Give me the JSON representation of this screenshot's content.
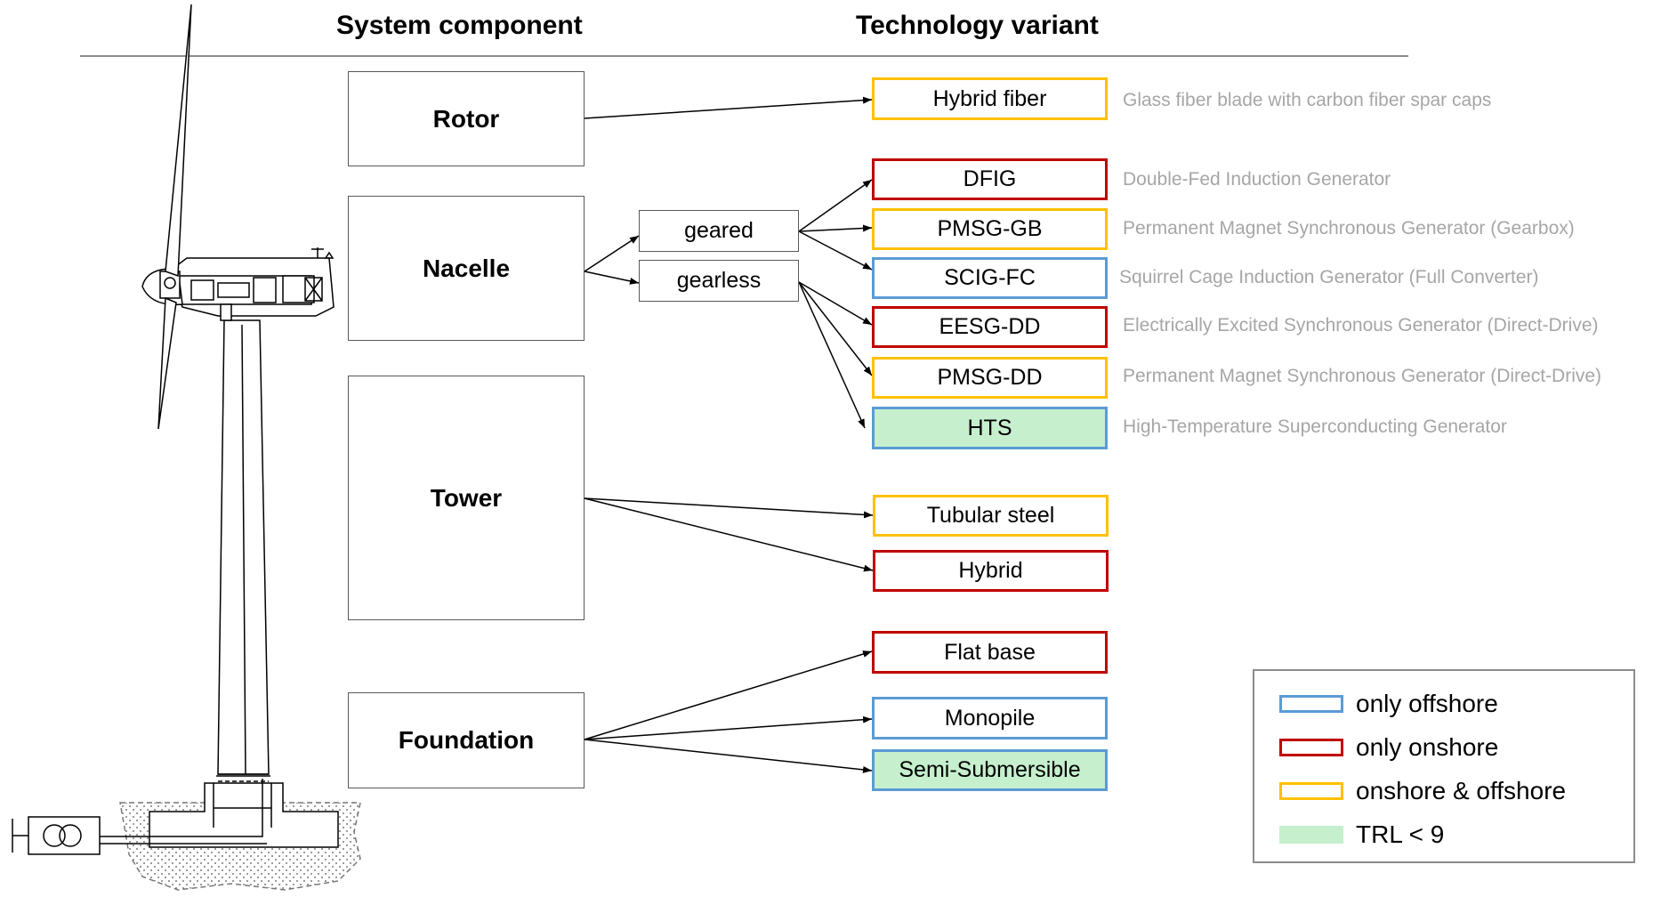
{
  "colors": {
    "offshore": "#5b9bd5",
    "onshore": "#c00000",
    "both": "#ffc000",
    "trl_fill": "#c6efce",
    "desc_text": "#a6a6a6"
  },
  "headers": {
    "system_component": "System component",
    "technology_variant": "Technology variant"
  },
  "components": {
    "rotor": "Rotor",
    "nacelle": "Nacelle",
    "tower": "Tower",
    "foundation": "Foundation"
  },
  "nacelle_types": {
    "geared": "geared",
    "gearless": "gearless"
  },
  "variants": [
    {
      "label": "Hybrid fiber",
      "border": "both",
      "trl": false,
      "desc": "Glass fiber blade with carbon fiber spar caps"
    },
    {
      "label": "DFIG",
      "border": "onshore",
      "trl": false,
      "desc": "Double-Fed Induction Generator"
    },
    {
      "label": "PMSG-GB",
      "border": "both",
      "trl": false,
      "desc": "Permanent Magnet Synchronous Generator (Gearbox)"
    },
    {
      "label": "SCIG-FC",
      "border": "offshore",
      "trl": false,
      "desc": "Squirrel Cage Induction Generator (Full Converter)"
    },
    {
      "label": "EESG-DD",
      "border": "onshore",
      "trl": false,
      "desc": "Electrically Excited Synchronous Generator (Direct-Drive)"
    },
    {
      "label": "PMSG-DD",
      "border": "both",
      "trl": false,
      "desc": "Permanent Magnet Synchronous Generator (Direct-Drive)"
    },
    {
      "label": "HTS",
      "border": "offshore",
      "trl": true,
      "desc": "High-Temperature Superconducting Generator"
    },
    {
      "label": "Tubular steel",
      "border": "both",
      "trl": false,
      "desc": ""
    },
    {
      "label": "Hybrid",
      "border": "onshore",
      "trl": false,
      "desc": ""
    },
    {
      "label": "Flat base",
      "border": "onshore",
      "trl": false,
      "desc": ""
    },
    {
      "label": "Monopile",
      "border": "offshore",
      "trl": false,
      "desc": ""
    },
    {
      "label": "Semi-Submersible",
      "border": "offshore",
      "trl": true,
      "desc": ""
    }
  ],
  "legend": {
    "offshore": "only offshore",
    "onshore": "only onshore",
    "both": "onshore & offshore",
    "trl": "TRL < 9"
  }
}
